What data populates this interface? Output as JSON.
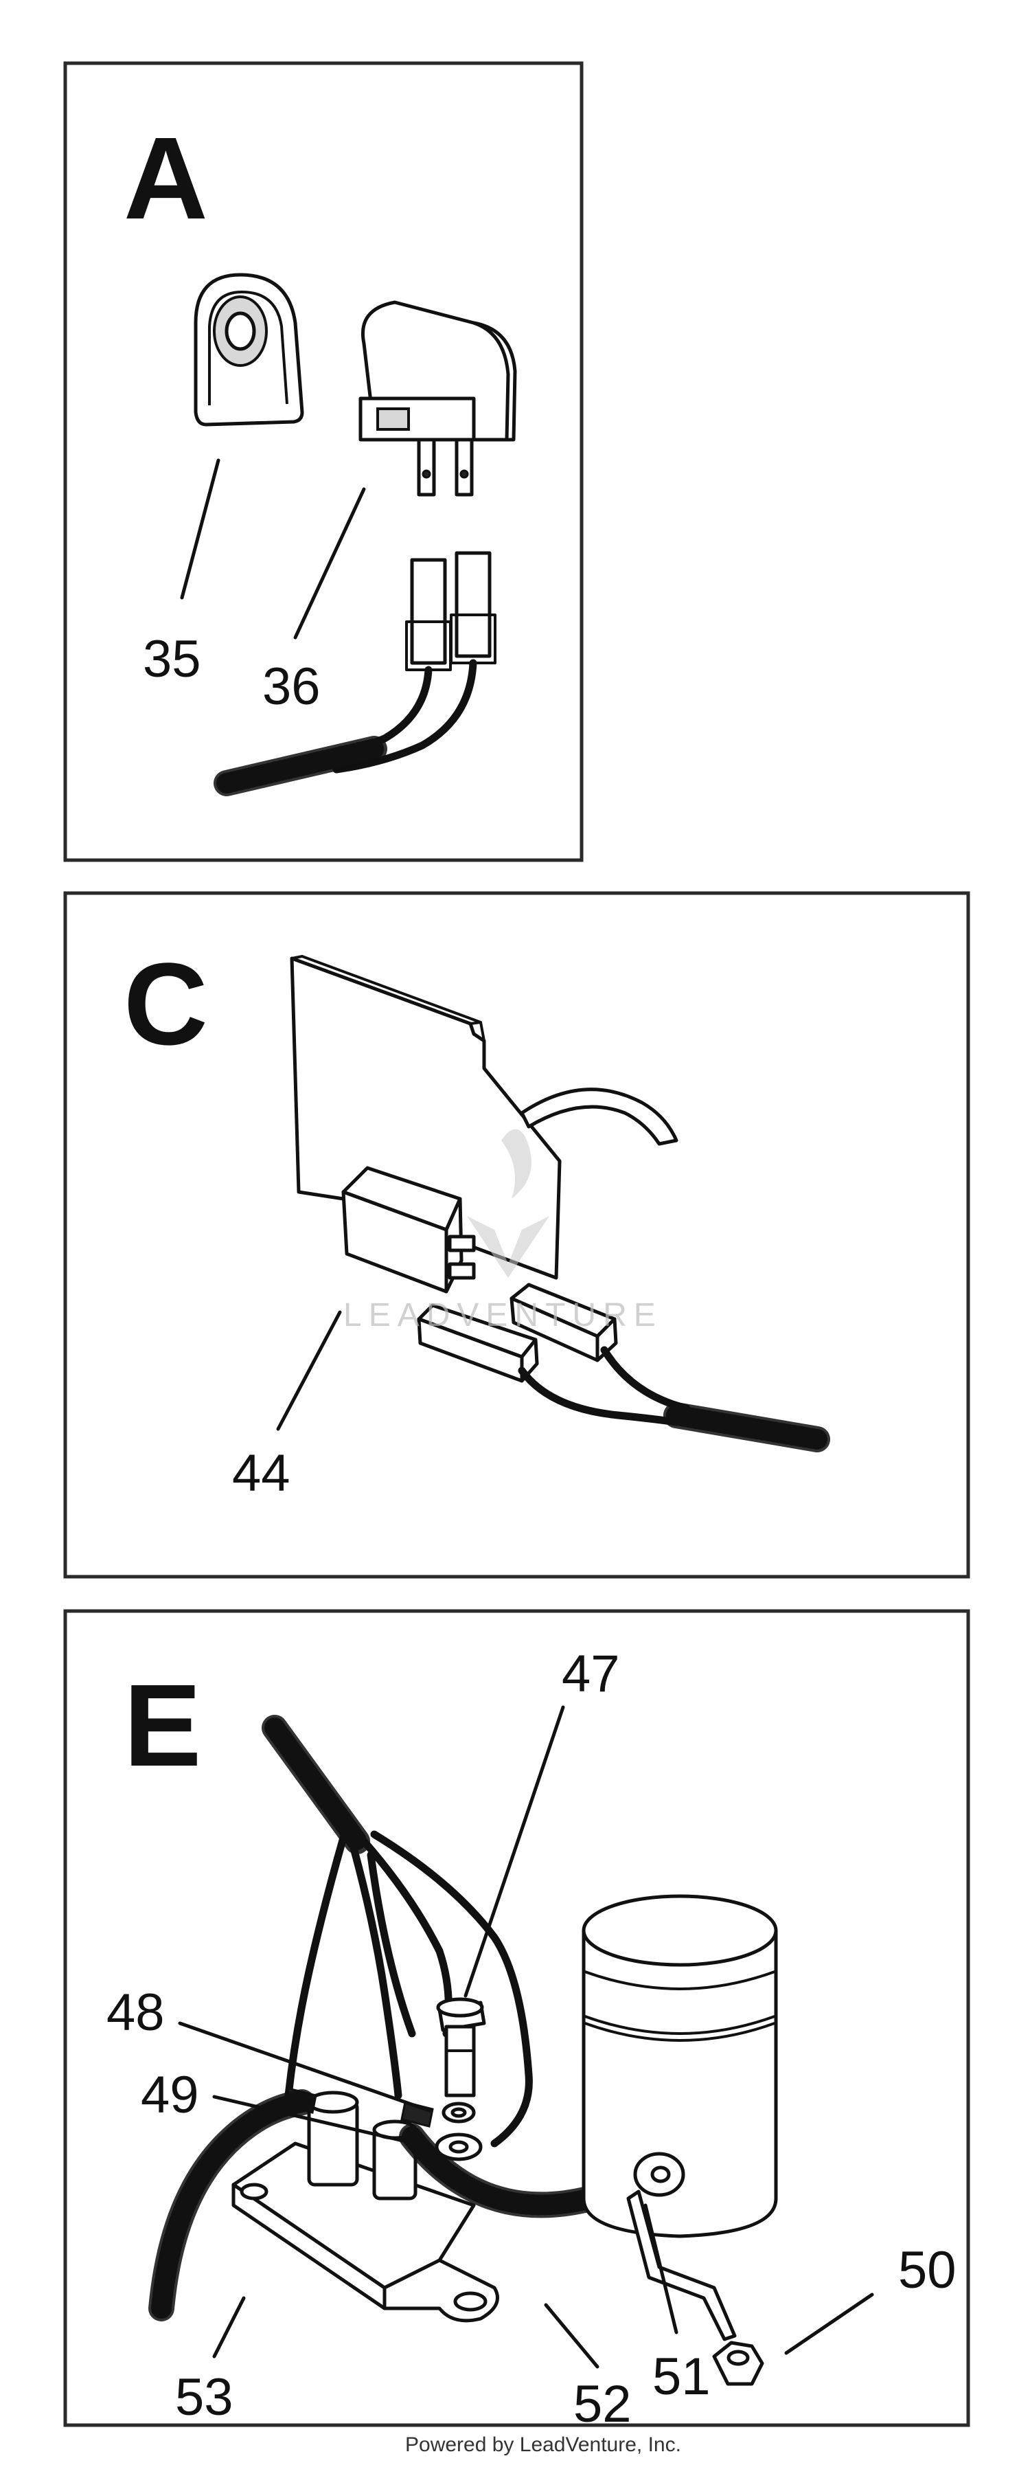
{
  "panels": {
    "a": {
      "letter": "A",
      "callouts": {
        "c35": "35",
        "c36": "36"
      }
    },
    "c": {
      "letter": "C",
      "callouts": {
        "c44": "44"
      }
    },
    "e": {
      "letter": "E",
      "callouts": {
        "c47": "47",
        "c48": "48",
        "c49": "49",
        "c50": "50",
        "c51": "51",
        "c52": "52",
        "c53": "53"
      }
    }
  },
  "watermark": {
    "text": "LEADVENTURE"
  },
  "footer": {
    "text": "Powered by LeadVenture, Inc."
  },
  "colors": {
    "line": "#111111",
    "background": "#ffffff",
    "watermark": "#c8c8c8"
  }
}
